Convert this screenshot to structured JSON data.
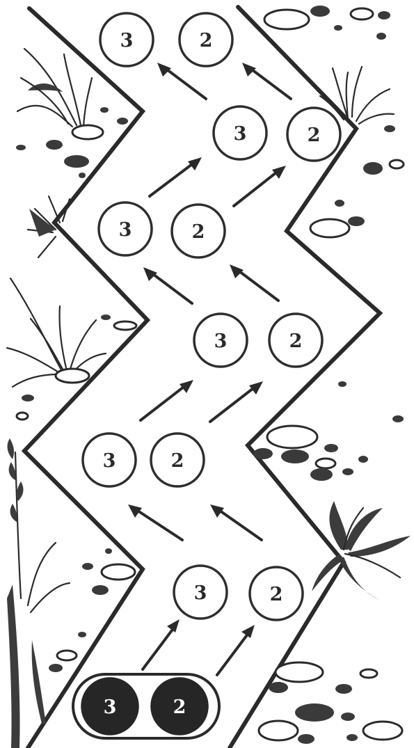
{
  "pairs": [
    {
      "left": "3",
      "right": "2"
    },
    {
      "left": "3",
      "right": "2"
    },
    {
      "left": "3",
      "right": "2"
    },
    {
      "left": "3",
      "right": "2"
    },
    {
      "left": "3",
      "right": "2"
    },
    {
      "left": "3",
      "right": "2"
    }
  ],
  "start": {
    "left": "3",
    "right": "2"
  },
  "colors": {
    "ink": "#2a2a2a",
    "paper": "#ffffff"
  }
}
